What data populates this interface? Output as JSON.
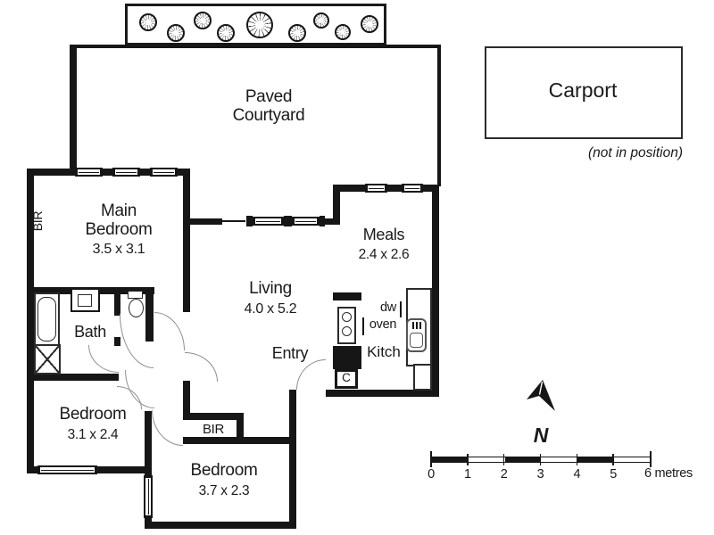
{
  "plan": {
    "courtyard": {
      "line1": "Paved",
      "line2": "Courtyard"
    },
    "carport": {
      "label": "Carport",
      "note": "(not in position)"
    },
    "main_bedroom": {
      "line1": "Main",
      "line2": "Bedroom",
      "dims": "3.5 x 3.1"
    },
    "living": {
      "name": "Living",
      "dims": "4.0 x 5.2"
    },
    "meals": {
      "name": "Meals",
      "dims": "2.4 x 2.6"
    },
    "bath": {
      "name": "Bath"
    },
    "entry": {
      "name": "Entry"
    },
    "kitchen": {
      "name": "Kitch",
      "dw": "dw",
      "oven": "oven",
      "cupboard": "C"
    },
    "bedroom_two": {
      "name": "Bedroom",
      "dims": "3.1 x 2.4"
    },
    "bedroom_three": {
      "name": "Bedroom",
      "dims": "3.7 x 2.3"
    },
    "bir_main": "BIR",
    "bir_bedroom_three": "BIR",
    "compass_label": "N",
    "scale": {
      "labels": [
        "0",
        "1",
        "2",
        "3",
        "4",
        "5"
      ],
      "end_label": "6 metres"
    }
  }
}
